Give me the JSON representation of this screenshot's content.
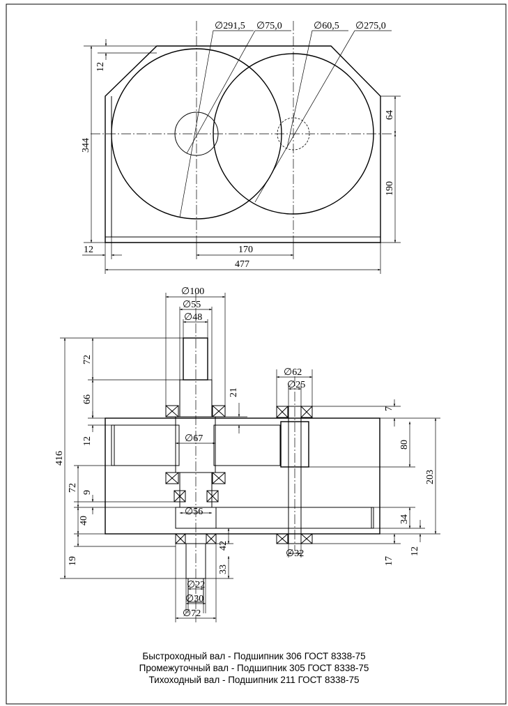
{
  "top_view": {
    "diameters": [
      "∅291,5",
      "∅75,0",
      "∅60,5",
      "∅275,0"
    ],
    "dims": {
      "d12_top": "12",
      "d344": "344",
      "d64": "64",
      "d190": "190",
      "d12_left": "12",
      "d170": "170",
      "d477": "477"
    }
  },
  "side_view": {
    "diameters": {
      "d100": "∅100",
      "d55": "∅55",
      "d48": "∅48",
      "d62": "∅62",
      "d25": "∅25",
      "d67": "∅67",
      "d56": "∅56",
      "d32": "∅32",
      "d22": "∅22",
      "d30": "∅30",
      "d72b": "∅72"
    },
    "dims": {
      "d416": "416",
      "d72a": "72",
      "d66": "66",
      "d21": "21",
      "d12a": "12",
      "d72b": "72",
      "d9": "9",
      "d40": "40",
      "d19": "19",
      "d42": "42",
      "d33": "33",
      "d7": "7",
      "d80": "80",
      "d203": "203",
      "d34": "34",
      "d17": "17",
      "d12b": "12"
    }
  },
  "notes": [
    "Быстроходный вал - Подшипник 306 ГОСТ 8338-75",
    "Промежуточный вал - Подшипник 305 ГОСТ 8338-75",
    "Тихоходный вал - Подшипник 211 ГОСТ 8338-75"
  ]
}
